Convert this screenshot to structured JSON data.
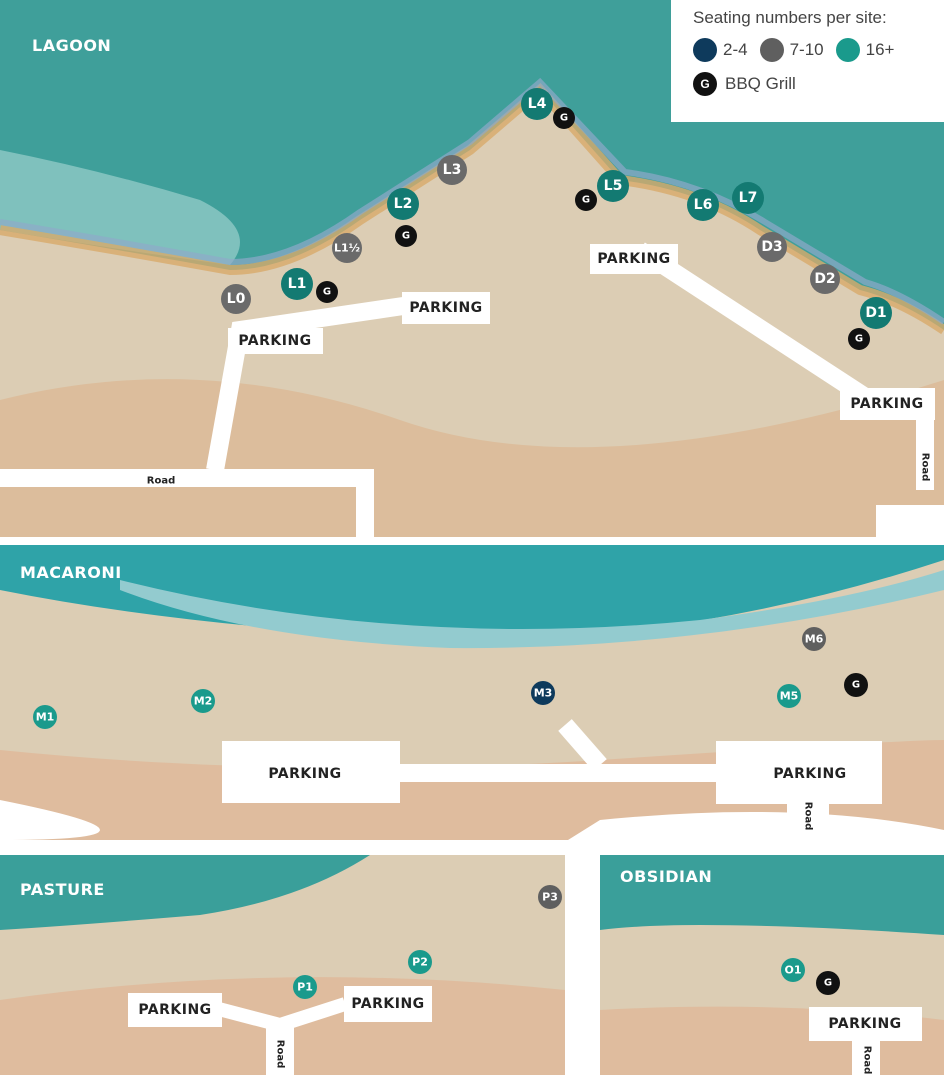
{
  "regions": {
    "lagoon": "LAGOON",
    "macaroni": "MACARONI",
    "pasture": "PASTURE",
    "obsidian": "OBSIDIAN"
  },
  "legend": {
    "title": "Seating numbers per site:",
    "categories": [
      {
        "label": "2-4",
        "color": "#0e3a5c"
      },
      {
        "label": "7-10",
        "color": "#5f5f5f"
      },
      {
        "label": "16+",
        "color": "#1a9a8c"
      }
    ],
    "grill": {
      "symbol": "G",
      "label": "BBQ Grill"
    }
  },
  "sites": {
    "L0": {
      "label": "L0",
      "seating": "7-10"
    },
    "L1": {
      "label": "L1",
      "seating": "16+"
    },
    "L1h": {
      "label": "L1½",
      "seating": "7-10"
    },
    "L2": {
      "label": "L2",
      "seating": "16+"
    },
    "L3": {
      "label": "L3",
      "seating": "7-10"
    },
    "L4": {
      "label": "L4",
      "seating": "16+"
    },
    "L5": {
      "label": "L5",
      "seating": "16+"
    },
    "L6": {
      "label": "L6",
      "seating": "16+"
    },
    "L7": {
      "label": "L7",
      "seating": "16+"
    },
    "D3": {
      "label": "D3",
      "seating": "7-10"
    },
    "D2": {
      "label": "D2",
      "seating": "7-10"
    },
    "D1": {
      "label": "D1",
      "seating": "16+"
    },
    "M1": {
      "label": "M1",
      "seating": "16+"
    },
    "M2": {
      "label": "M2",
      "seating": "16+"
    },
    "M3": {
      "label": "M3",
      "seating": "2-4"
    },
    "M5": {
      "label": "M5",
      "seating": "16+"
    },
    "M6": {
      "label": "M6",
      "seating": "7-10"
    },
    "P1": {
      "label": "P1",
      "seating": "16+"
    },
    "P2": {
      "label": "P2",
      "seating": "16+"
    },
    "P3": {
      "label": "P3",
      "seating": "7-10"
    },
    "O1": {
      "label": "O1",
      "seating": "16+"
    }
  },
  "grill_symbol": "G",
  "parking_label": "PARKING",
  "road_label": "Road"
}
